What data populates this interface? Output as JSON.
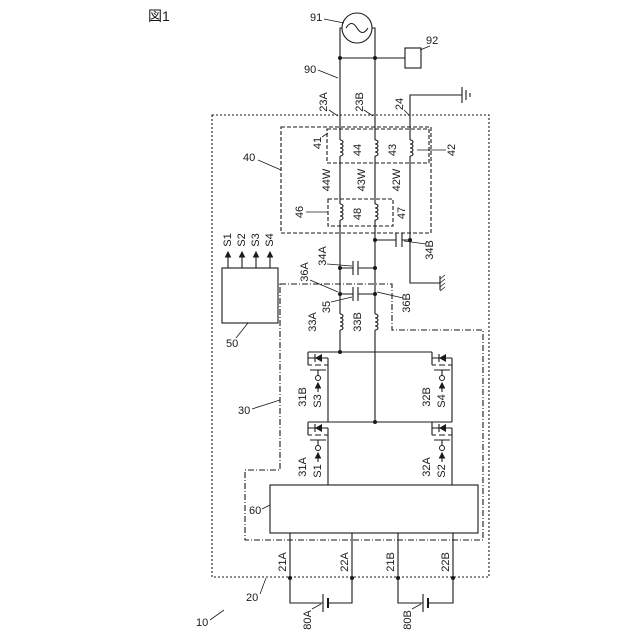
{
  "figure": {
    "title": "図1"
  },
  "refs": {
    "system_10": "10",
    "unit_20": "20",
    "inverter_30": "30",
    "transformer_40": "40",
    "generator_50": "50",
    "controller_60": "60",
    "line_90": "90",
    "ac_source_91": "91",
    "device_92": "92"
  },
  "terminals": {
    "t23A": "23A",
    "t23B": "23B",
    "t24": "24",
    "t21A": "21A",
    "t22A": "22A",
    "t21B": "21B",
    "t22B": "22B"
  },
  "coils": {
    "c41": "41",
    "c44": "44",
    "c43": "43",
    "c42": "42",
    "c46": "46",
    "c48": "48",
    "c47": "47",
    "c33A": "33A",
    "c33B": "33B"
  },
  "windings": {
    "w44": "44W",
    "w43": "43W",
    "w42": "42W"
  },
  "capacitors": {
    "c34A": "34A",
    "c34B": "34B",
    "c35": "35"
  },
  "nodes": {
    "n36A": "36A",
    "n36B": "36B"
  },
  "switches": {
    "s31A": "31A",
    "s31B": "31B",
    "s32A": "32A",
    "s32B": "32B"
  },
  "batteries": {
    "b80A": "80A",
    "b80B": "80B"
  },
  "signals": {
    "S1": "S1",
    "S2": "S2",
    "S3": "S3",
    "S4": "S4"
  }
}
